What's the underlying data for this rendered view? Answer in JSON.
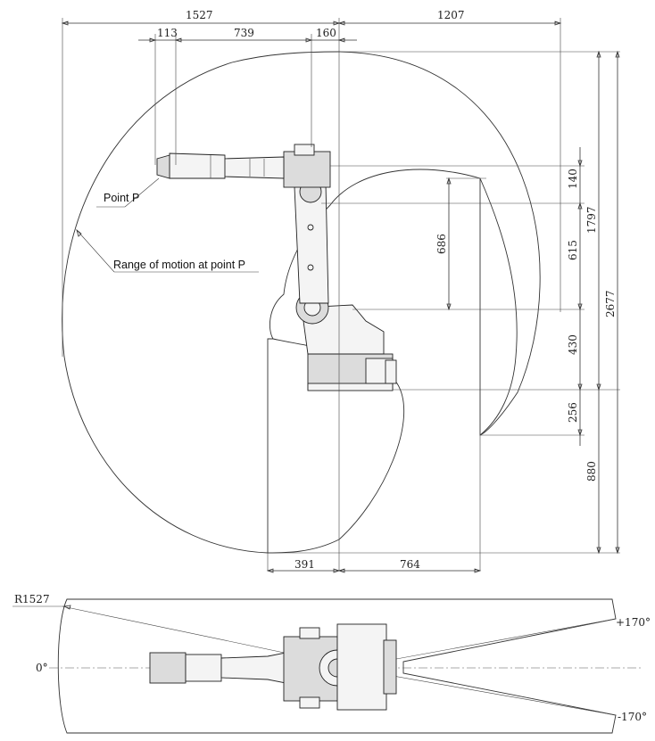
{
  "side_view": {
    "dims_top": {
      "d1527": "1527",
      "d1207": "1207",
      "d113": "113",
      "d739": "739",
      "d160": "160"
    },
    "dims_right": {
      "d140": "140",
      "d615": "615",
      "d430": "430",
      "d256": "256",
      "d880": "880",
      "d1797": "1797",
      "d2677": "2677",
      "d686": "686"
    },
    "dims_bottom": {
      "d391": "391",
      "d764": "764"
    },
    "labels": {
      "point_p": "Point P",
      "range": "Range of motion at point P"
    }
  },
  "top_view": {
    "radius_label": "R1527",
    "angle_zero": "0°",
    "angle_plus": "+170°",
    "angle_minus": "-170°"
  }
}
